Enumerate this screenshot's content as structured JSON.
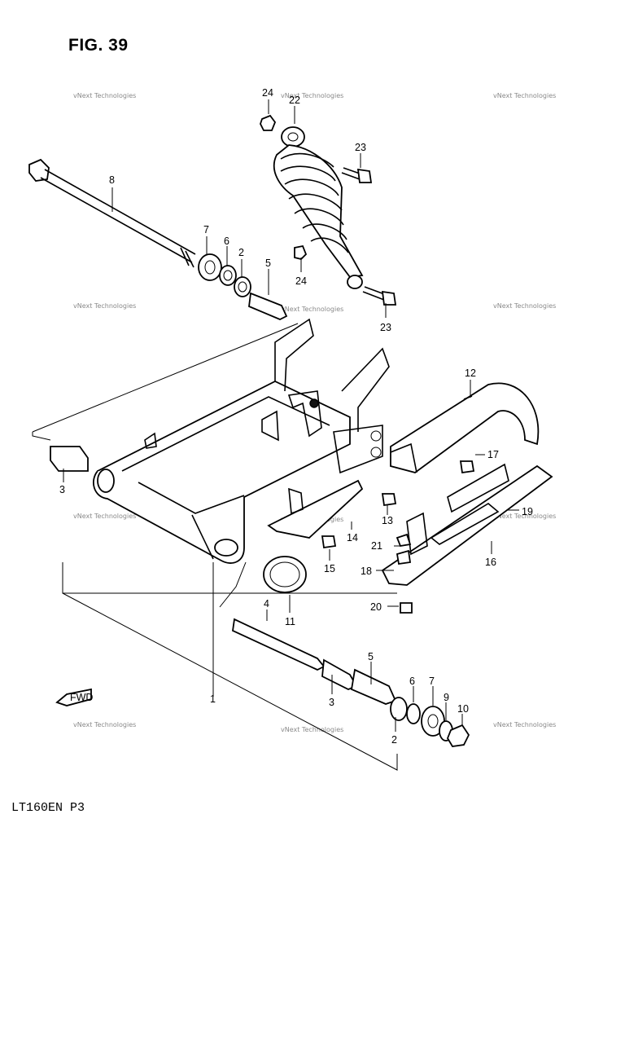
{
  "figure": {
    "title": "FIG. 39",
    "model_code": "LT160EN P3"
  },
  "watermark": {
    "text": "vNext Technologies"
  },
  "fwd_label": "FWD",
  "callouts": [
    {
      "id": "c24a",
      "label": "24"
    },
    {
      "id": "c22",
      "label": "22"
    },
    {
      "id": "c23a",
      "label": "23"
    },
    {
      "id": "c8",
      "label": "8"
    },
    {
      "id": "c7a",
      "label": "7"
    },
    {
      "id": "c6a",
      "label": "6"
    },
    {
      "id": "c2a",
      "label": "2"
    },
    {
      "id": "c5a",
      "label": "5"
    },
    {
      "id": "c24b",
      "label": "24"
    },
    {
      "id": "c23b",
      "label": "23"
    },
    {
      "id": "c12",
      "label": "12"
    },
    {
      "id": "c17",
      "label": "17"
    },
    {
      "id": "c3a",
      "label": "3"
    },
    {
      "id": "c19",
      "label": "19"
    },
    {
      "id": "c13",
      "label": "13"
    },
    {
      "id": "c14",
      "label": "14"
    },
    {
      "id": "c21",
      "label": "21"
    },
    {
      "id": "c16",
      "label": "16"
    },
    {
      "id": "c15",
      "label": "15"
    },
    {
      "id": "c18",
      "label": "18"
    },
    {
      "id": "c20",
      "label": "20"
    },
    {
      "id": "c4",
      "label": "4"
    },
    {
      "id": "c11",
      "label": "11"
    },
    {
      "id": "c5b",
      "label": "5"
    },
    {
      "id": "c6b",
      "label": "6"
    },
    {
      "id": "c7b",
      "label": "7"
    },
    {
      "id": "c1",
      "label": "1"
    },
    {
      "id": "c3b",
      "label": "3"
    },
    {
      "id": "c9",
      "label": "9"
    },
    {
      "id": "c10",
      "label": "10"
    },
    {
      "id": "c2b",
      "label": "2"
    }
  ]
}
